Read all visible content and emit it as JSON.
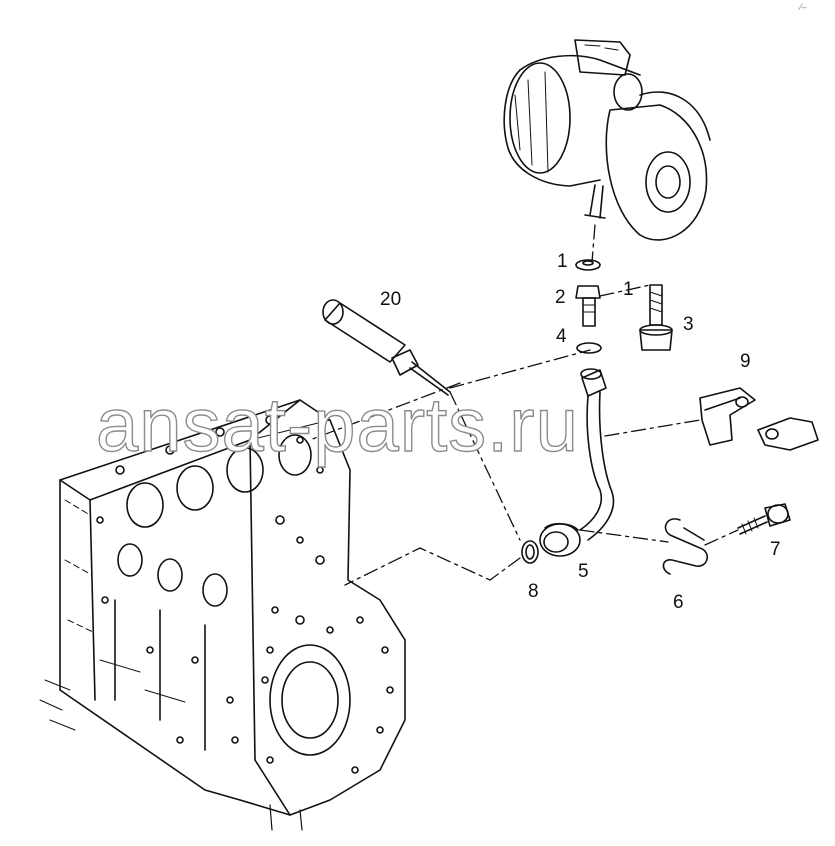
{
  "diagram": {
    "part_labels": {
      "p1a": "1",
      "p2": "2",
      "p1b": "1",
      "p3": "3",
      "p4": "4",
      "p20": "20",
      "p9": "9",
      "p5": "5",
      "p8": "8",
      "p6": "6",
      "p7": "7"
    },
    "watermark": "ansat-parts.ru",
    "corner_mark": "⁄–"
  },
  "colors": {
    "line": "#111111",
    "watermark_outline": "#8c8c8c",
    "background": "#ffffff"
  }
}
